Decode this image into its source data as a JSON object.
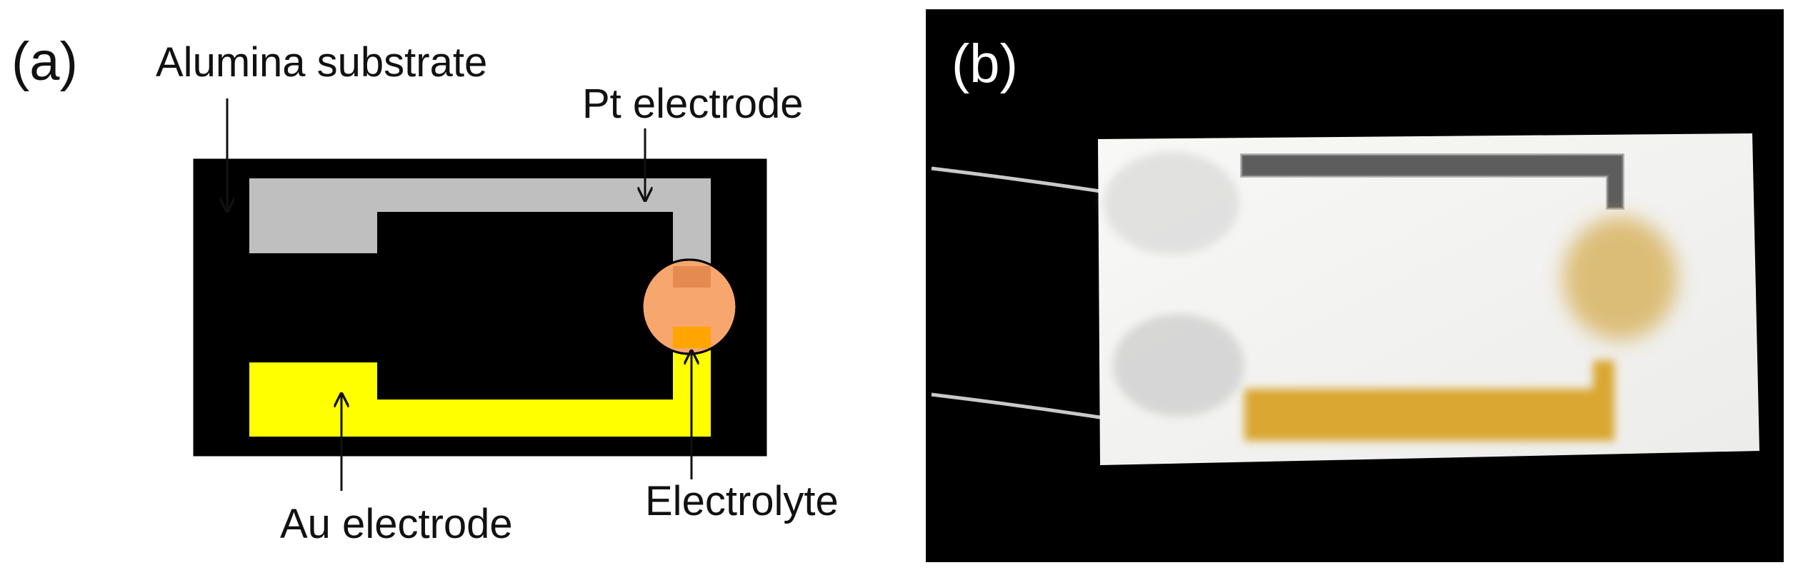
{
  "panel_a": {
    "letter": "(a)",
    "labels": {
      "alumina_substrate": "Alumina substrate",
      "pt_electrode": "Pt electrode",
      "au_electrode": "Au electrode",
      "electrolyte": "Electrolyte"
    },
    "colors": {
      "substrate_outline": "#000000",
      "pt_electrode": "#bfbfbf",
      "au_electrode": "#ffff00",
      "electrolyte": "#f7a66e",
      "overlap": "#e58a50",
      "overlap_au": "#ffa500"
    }
  },
  "panel_b": {
    "letter": "(b)",
    "colors": {
      "background": "#000000",
      "substrate": "#f4f4f2",
      "pt_film": "#5d5d5d",
      "au_film": "#d9a732",
      "wire": "#c9c9c9"
    }
  }
}
